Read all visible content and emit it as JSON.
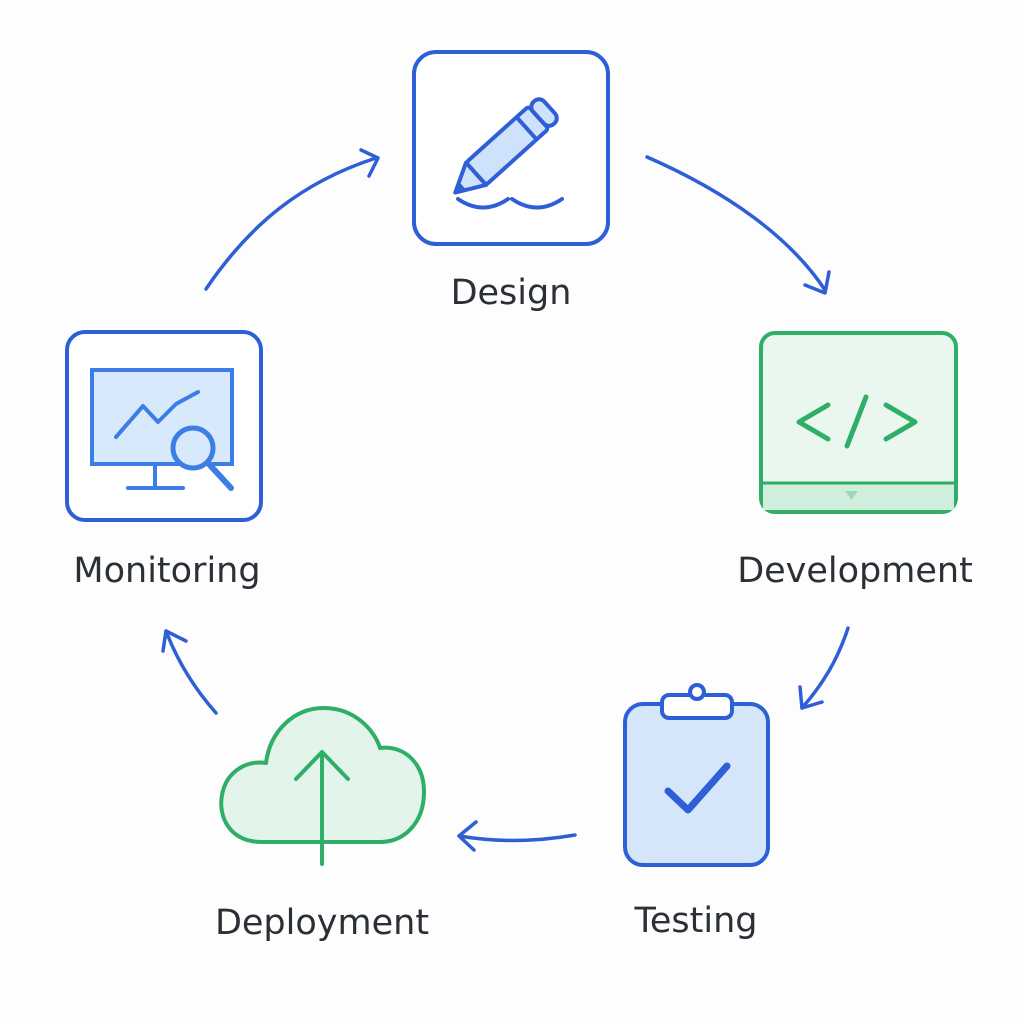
{
  "colors": {
    "blue": "#2f5fd6",
    "blue_light": "#d8e8fc",
    "blue_icon": "#3c7ee6",
    "green": "#2fae67",
    "green_light": "#e6f6ec",
    "text": "#2b2f36"
  },
  "stages": [
    {
      "label": "Design",
      "icon": "pencil-icon"
    },
    {
      "label": "Development",
      "icon": "code-icon"
    },
    {
      "label": "Testing",
      "icon": "clipboard-check-icon"
    },
    {
      "label": "Deployment",
      "icon": "cloud-upload-icon"
    },
    {
      "label": "Monitoring",
      "icon": "monitor-magnifier-icon"
    }
  ],
  "arrows": [
    {
      "from": "Design",
      "to": "Development"
    },
    {
      "from": "Development",
      "to": "Testing"
    },
    {
      "from": "Testing",
      "to": "Deployment"
    },
    {
      "from": "Deployment",
      "to": "Monitoring"
    },
    {
      "from": "Monitoring",
      "to": "Design"
    }
  ]
}
